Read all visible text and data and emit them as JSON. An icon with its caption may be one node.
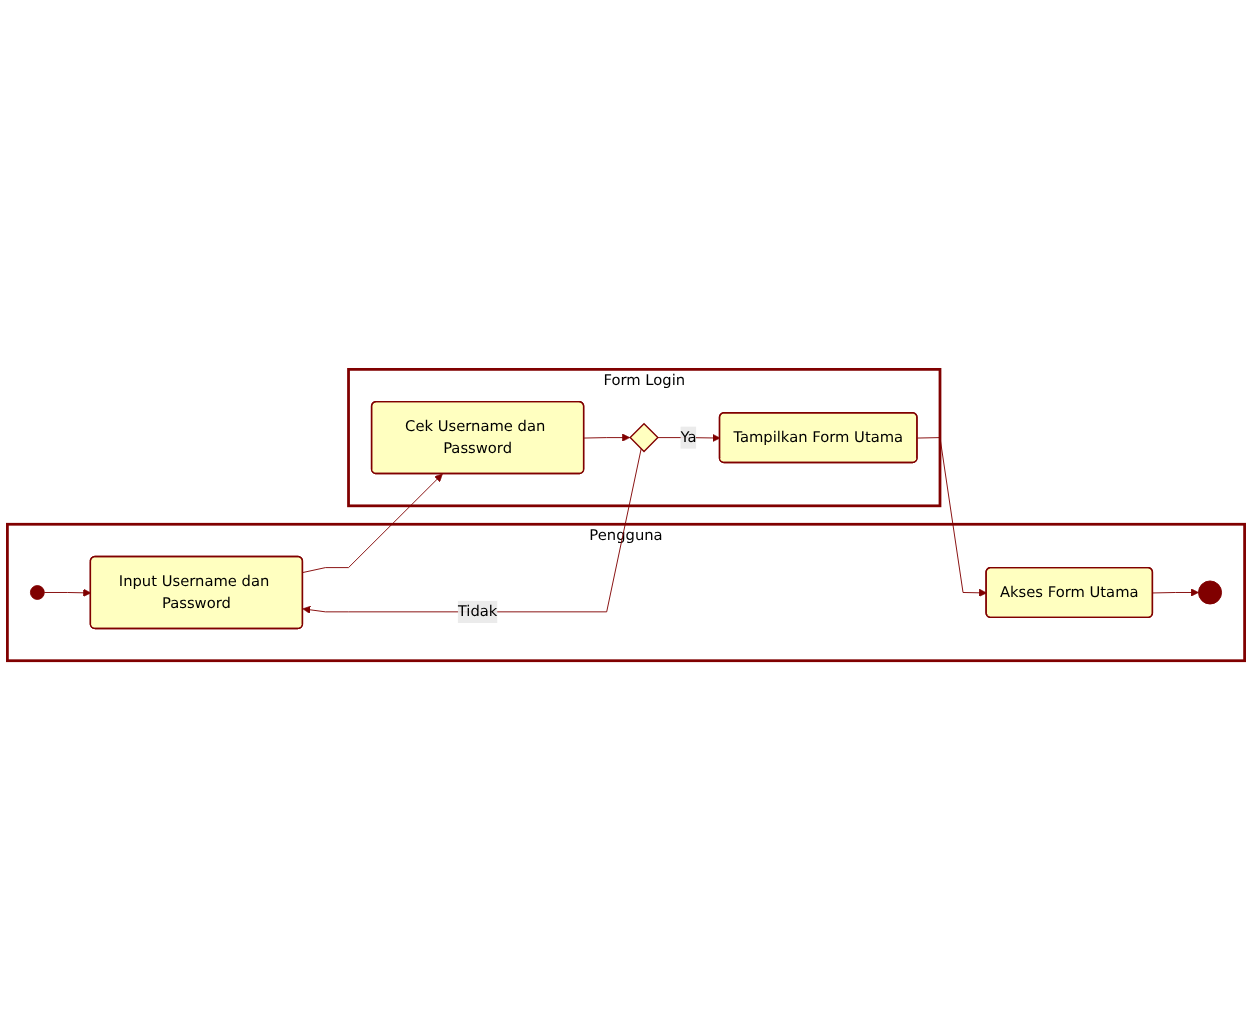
{
  "diagram": {
    "nodes": [
      {
        "text": [
          "Pengguna"
        ]
      },
      {
        "text": [
          "Form Login"
        ]
      },
      {
        "text": [],
        "shape": "circle",
        "in": 0
      },
      {
        "text": [
          "Input Username dan Password"
        ],
        "in": 0
      },
      {
        "text": [
          "Cek Username dan Password"
        ],
        "in": 1
      },
      {
        "text": [],
        "shape": "diamond",
        "in": 1
      },
      {
        "text": [
          "Tampilkan Form Utama"
        ],
        "in": 1
      },
      {
        "text": [
          "Akses Form Utama"
        ],
        "in": 0
      },
      {
        "text": [],
        "shape": "bullseye",
        "in": 0
      }
    ],
    "edges": [
      {
        "from": 2,
        "to": 3,
        "arrow": "to"
      },
      {
        "from": 3,
        "to": 4,
        "arrow": "to"
      },
      {
        "from": 4,
        "to": 5,
        "arrow": "to"
      },
      {
        "from": 5,
        "to": 3,
        "arrow": "to",
        "label": "Tidak"
      },
      {
        "from": 5,
        "to": 6,
        "arrow": "to",
        "label": "Ya"
      },
      {
        "from": 6,
        "to": 7,
        "arrow": "to"
      },
      {
        "from": 7,
        "to": 8,
        "arrow": "to"
      }
    ]
  }
}
